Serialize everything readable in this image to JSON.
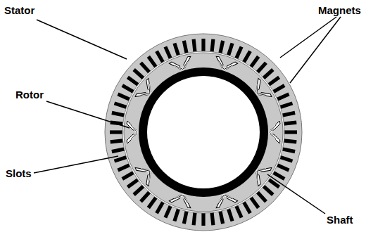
{
  "diagram": {
    "labels": [
      "Stator",
      "Magnets",
      "Rotor",
      "Slots",
      "Shaft"
    ]
  }
}
